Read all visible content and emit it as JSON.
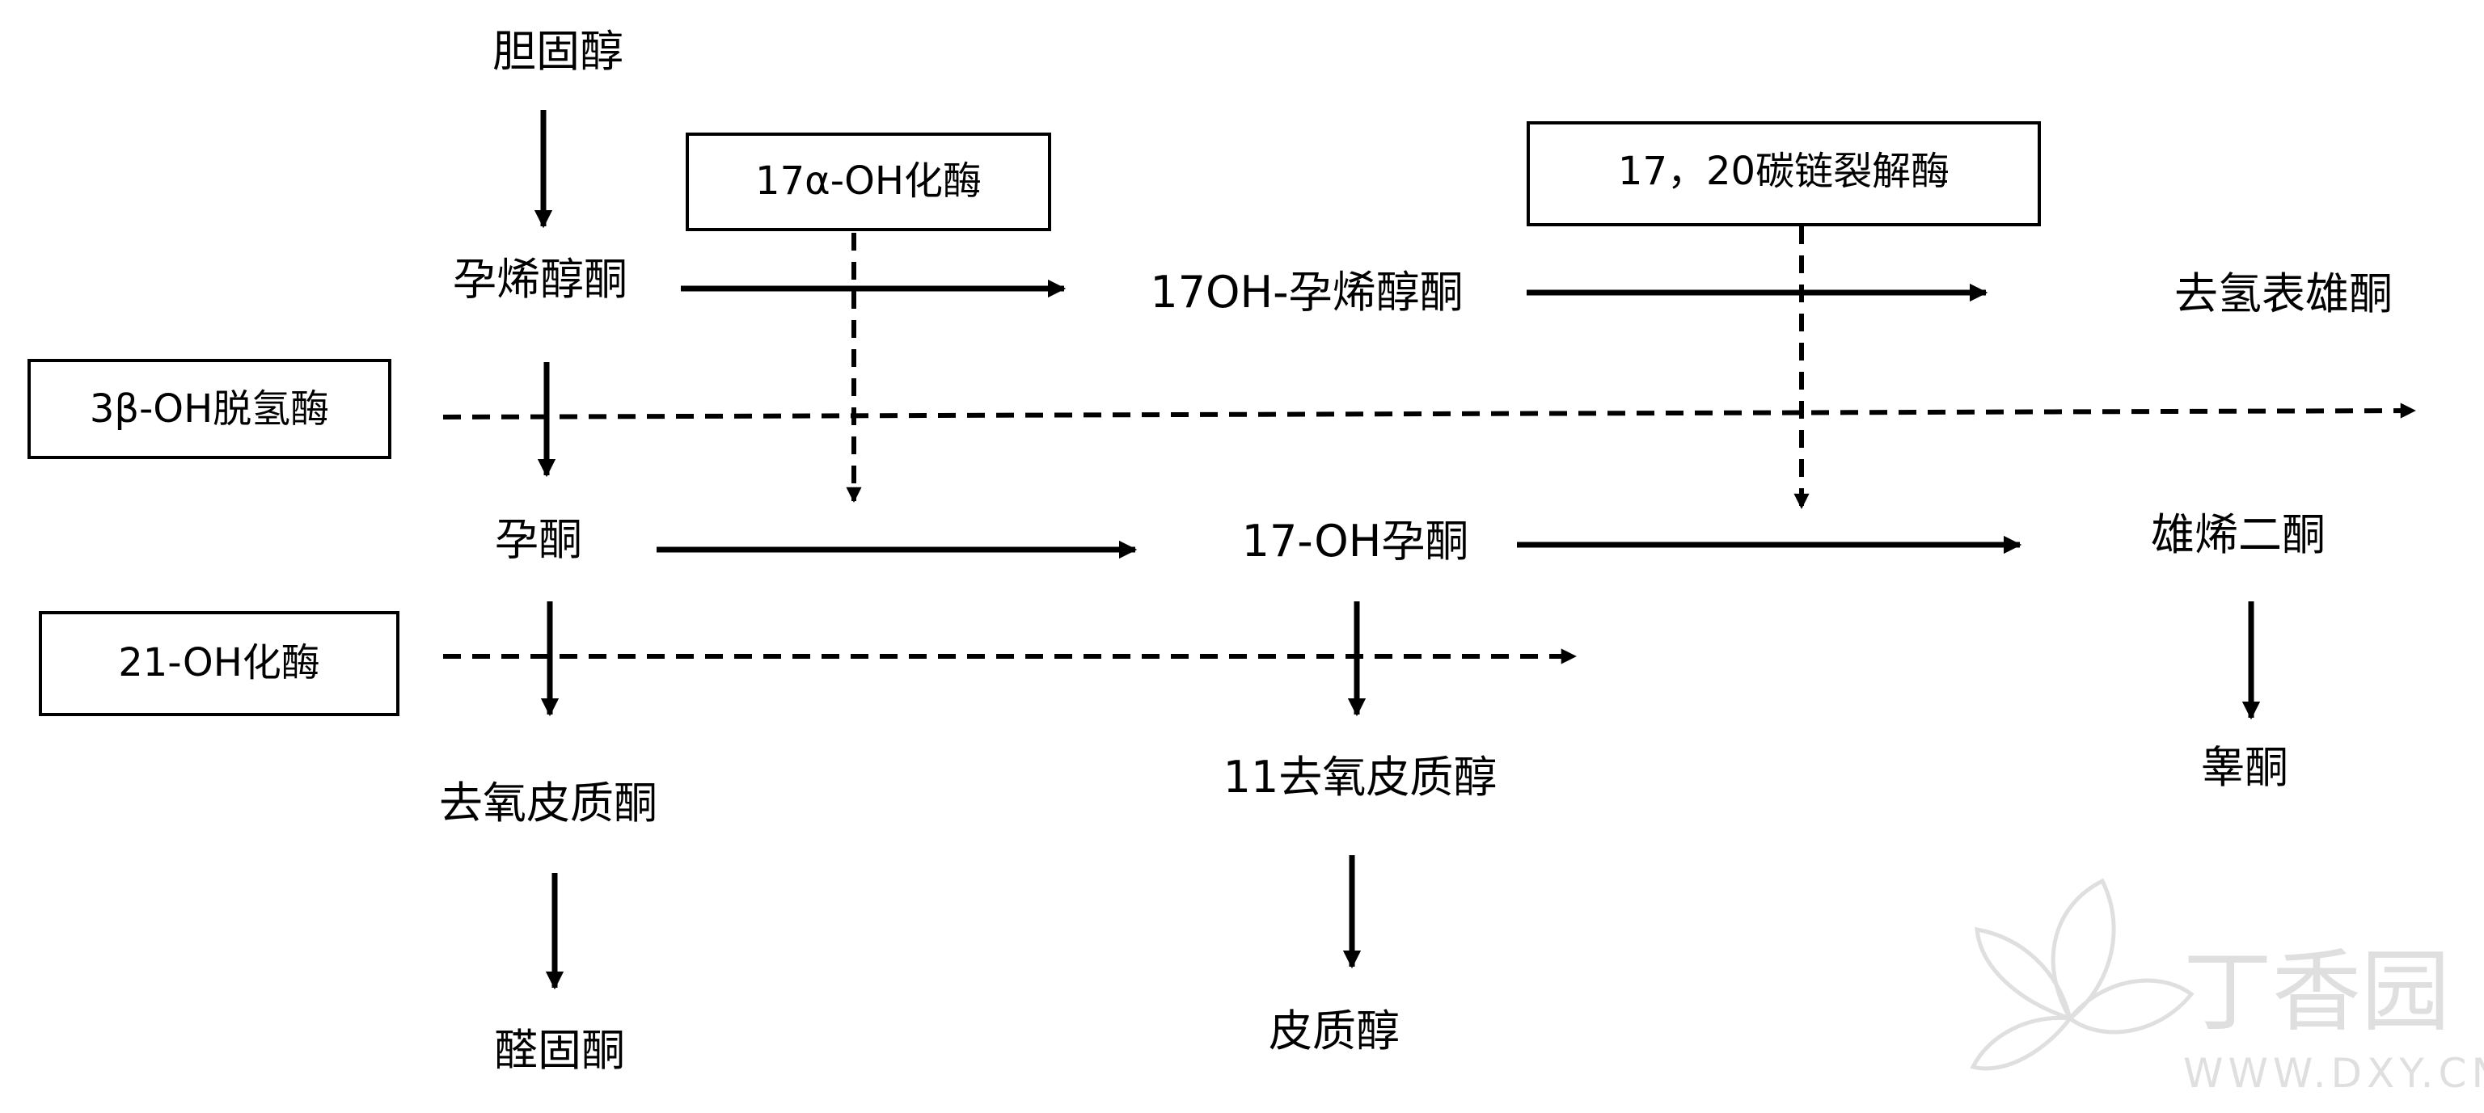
{
  "nodes": {
    "cholesterol": "胆固醇",
    "pregnenolone": "孕烯醇酮",
    "oh17_pregnenolone": "17OH-孕烯醇酮",
    "dhea": "去氢表雄酮",
    "progesterone": "孕酮",
    "oh17_progesterone": "17-OH孕酮",
    "androstenedione": "雄烯二酮",
    "deoxycorticosterone": "去氧皮质酮",
    "deoxycortisol11": "11去氧皮质醇",
    "testosterone": "睾酮",
    "aldosterone": "醛固酮",
    "cortisol": "皮质醇"
  },
  "enzymes": {
    "hydroxylase_17a": "17α-OH化酶",
    "lyase_17_20": "17，20碳链裂解酶",
    "dehydrogenase_3b": "3β-OH脱氢酶",
    "hydroxylase_21": "21-OH化酶"
  },
  "watermark": {
    "brand": "丁香园",
    "url": "WWW.DXY.CN"
  },
  "colors": {
    "line": "#000000",
    "background": "#ffffff",
    "watermark": "#dcdcdc"
  }
}
